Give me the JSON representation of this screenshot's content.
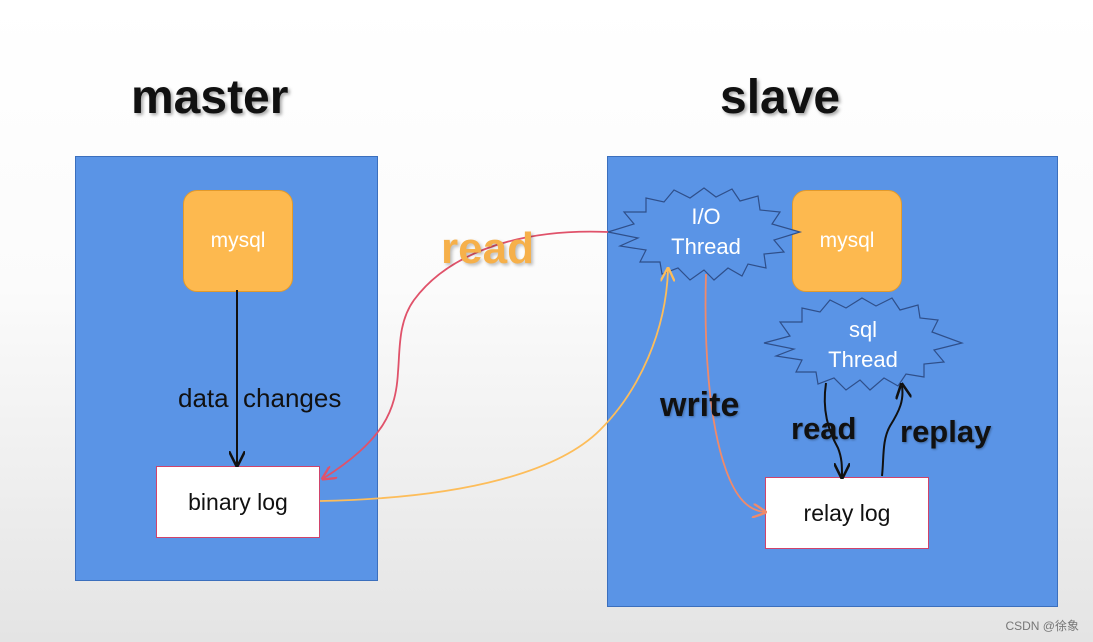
{
  "master": {
    "title": "master",
    "mysql_label": "mysql",
    "arrow_label": "data  changes",
    "log_label": "binary log"
  },
  "slave": {
    "title": "slave",
    "io_thread_label": [
      "I/O",
      "Thread"
    ],
    "mysql_label": "mysql",
    "sql_thread_label": [
      "sql",
      "Thread"
    ],
    "log_label": "relay log",
    "write_label": "write",
    "read_label": "read",
    "replay_label": "replay"
  },
  "read_label": "read",
  "watermark": "CSDN @徐象",
  "colors": {
    "panel": "#5a94e6",
    "mysql_box": "#fdb94f",
    "read_curve": "#e0526a",
    "binlog_curve": "#fdbd5a",
    "write_curve": "#f08a6a",
    "read_text": "#f6b04a"
  }
}
